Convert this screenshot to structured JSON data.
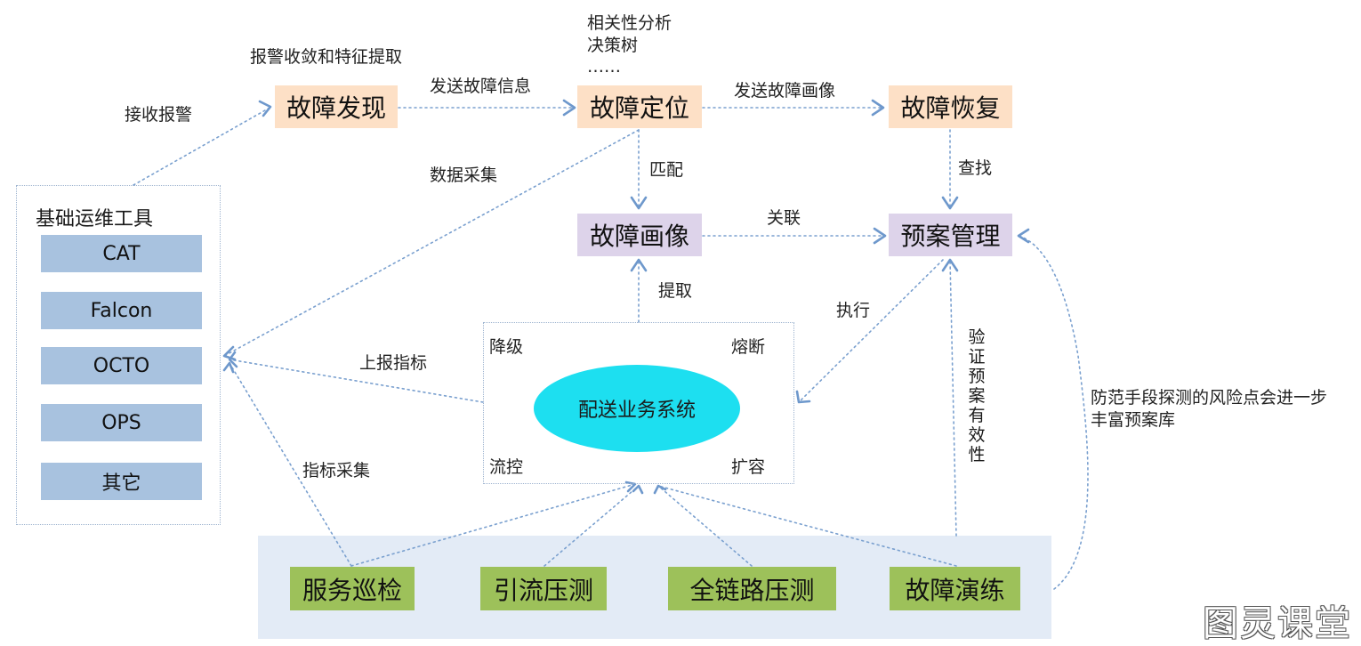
{
  "nodes": {
    "fault_discovery": "故障发现",
    "fault_location": "故障定位",
    "fault_recovery": "故障恢复",
    "fault_portrait": "故障画像",
    "plan_management": "预案管理",
    "delivery_system": "配送业务系统"
  },
  "tools": {
    "title": "基础运维工具",
    "items": [
      "CAT",
      "Falcon",
      "OCTO",
      "OPS",
      "其它"
    ]
  },
  "system_corners": {
    "top_left": "降级",
    "top_right": "熔断",
    "bottom_left": "流控",
    "bottom_right": "扩容"
  },
  "bottom_items": [
    "服务巡检",
    "引流压测",
    "全链路压测",
    "故障演练"
  ],
  "labels": {
    "alarm_converge": "报警收敛和特征提取",
    "receive_alarm": "接收报警",
    "send_fault_info": "发送故障信息",
    "location_methods": [
      "相关性分析",
      "决策树",
      "……"
    ],
    "send_fault_portrait": "发送故障画像",
    "data_collect": "数据采集",
    "match": "匹配",
    "lookup": "查找",
    "associate": "关联",
    "extract": "提取",
    "execute": "执行",
    "report_metrics": "上报指标",
    "metric_collect": "指标采集",
    "verify_plan": "验证预案有效性",
    "enrich_plan": [
      "防范手段探测的风险点会进一步",
      "丰富预案库"
    ]
  },
  "watermark": "图灵课堂",
  "colors": {
    "orange_node": "#fde0c6",
    "purple_node": "#ddd3ea",
    "green_node": "#9dc15a",
    "tool_box": "#a8c2df",
    "ellipse": "#1ddff0",
    "bottom_panel": "#e3ebf6",
    "connector": "#6e98cc"
  }
}
